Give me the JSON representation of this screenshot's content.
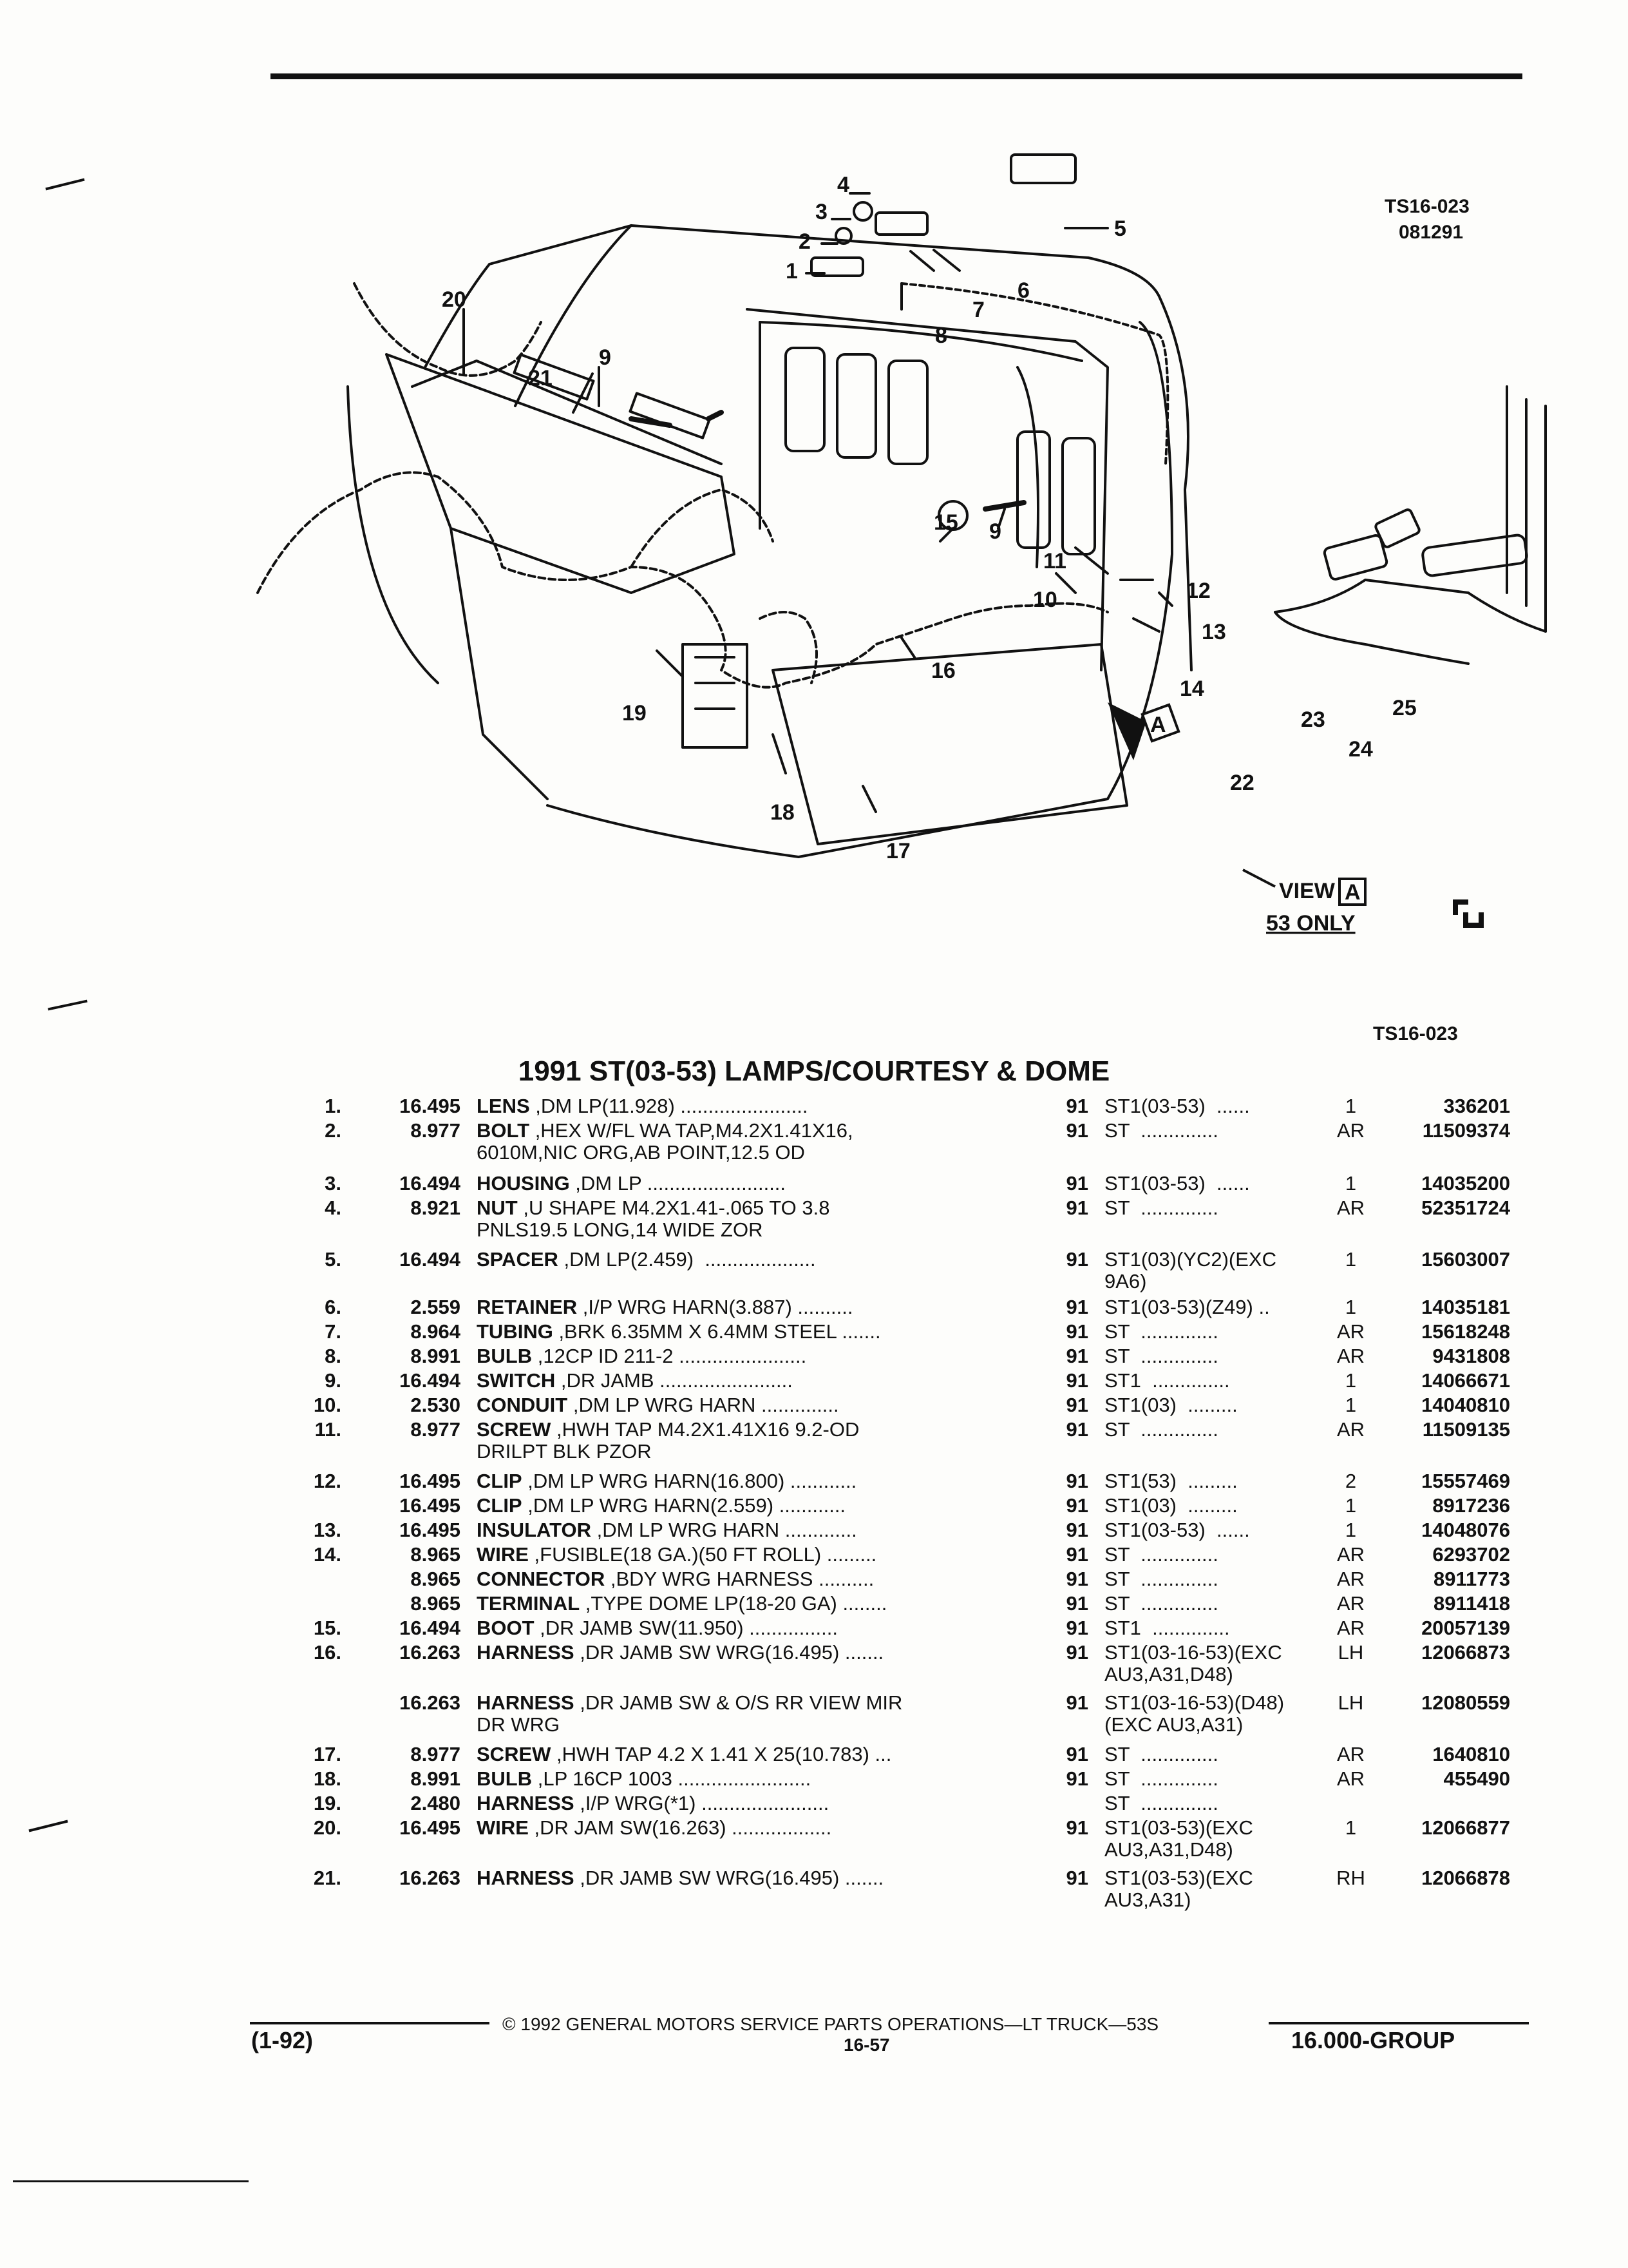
{
  "header": {
    "diagram_code": "TS16-023",
    "diagram_date": "081291",
    "table_code": "TS16-023"
  },
  "diagram": {
    "callouts": [
      "1",
      "2",
      "3",
      "4",
      "5",
      "6",
      "7",
      "8",
      "9",
      "20",
      "21",
      "15",
      "9",
      "11",
      "10",
      "12",
      "13",
      "14",
      "16",
      "19",
      "18",
      "17",
      "22",
      "23",
      "24",
      "25"
    ],
    "view_label": "VIEW",
    "view_letter": "A",
    "view_note": "53 ONLY",
    "arrow_letter": "A"
  },
  "title": "1991 ST(03-53) LAMPS/COURTESY & DOME",
  "rows": [
    {
      "item": "1.",
      "group": "16.495",
      "name": "LENS",
      "desc": " ,DM LP(11.928) .......................",
      "year": "91",
      "model": "ST1(03-53)  ......",
      "qty": "1",
      "pn": "336201"
    },
    {
      "item": "2.",
      "group": "8.977",
      "name": "BOLT",
      "desc": " ,HEX W/FL WA TAP,M4.2X1.41X16,\n6010M,NIC ORG,AB POINT,12.5 OD",
      "year": "91",
      "model": "ST  ..............",
      "qty": "AR",
      "pn": "11509374"
    },
    {
      "item": "3.",
      "group": "16.494",
      "name": "HOUSING",
      "desc": " ,DM LP .........................",
      "year": "91",
      "model": "ST1(03-53)  ......",
      "qty": "1",
      "pn": "14035200"
    },
    {
      "item": "4.",
      "group": "8.921",
      "name": "NUT",
      "desc": " ,U SHAPE M4.2X1.41-.065 TO 3.8\nPNLS19.5 LONG,14 WIDE ZOR",
      "year": "91",
      "model": "ST  ..............",
      "qty": "AR",
      "pn": "52351724"
    },
    {
      "item": "5.",
      "group": "16.494",
      "name": "SPACER",
      "desc": " ,DM LP(2.459)  ....................",
      "year": "91",
      "model": "ST1(03)(YC2)(EXC\n9A6)",
      "qty": "1",
      "pn": "15603007"
    },
    {
      "item": "6.",
      "group": "2.559",
      "name": "RETAINER",
      "desc": " ,I/P WRG HARN(3.887) ..........",
      "year": "91",
      "model": "ST1(03-53)(Z49) ..",
      "qty": "1",
      "pn": "14035181"
    },
    {
      "item": "7.",
      "group": "8.964",
      "name": "TUBING",
      "desc": " ,BRK 6.35MM X 6.4MM STEEL .......",
      "year": "91",
      "model": "ST  ..............",
      "qty": "AR",
      "pn": "15618248"
    },
    {
      "item": "8.",
      "group": "8.991",
      "name": "BULB",
      "desc": " ,12CP ID 211-2 .......................",
      "year": "91",
      "model": "ST  ..............",
      "qty": "AR",
      "pn": "9431808"
    },
    {
      "item": "9.",
      "group": "16.494",
      "name": "SWITCH",
      "desc": " ,DR JAMB ........................",
      "year": "91",
      "model": "ST1  ..............",
      "qty": "1",
      "pn": "14066671"
    },
    {
      "item": "10.",
      "group": "2.530",
      "name": "CONDUIT",
      "desc": " ,DM LP WRG HARN ..............",
      "year": "91",
      "model": "ST1(03)  .........",
      "qty": "1",
      "pn": "14040810"
    },
    {
      "item": "11.",
      "group": "8.977",
      "name": "SCREW",
      "desc": " ,HWH TAP M4.2X1.41X16 9.2-OD\nDRILPT BLK PZOR",
      "year": "91",
      "model": "ST  ..............",
      "qty": "AR",
      "pn": "11509135"
    },
    {
      "item": "12.",
      "group": "16.495",
      "name": "CLIP",
      "desc": " ,DM LP WRG HARN(16.800) ............",
      "year": "91",
      "model": "ST1(53)  .........",
      "qty": "2",
      "pn": "15557469"
    },
    {
      "item": "",
      "group": "16.495",
      "name": "CLIP",
      "desc": " ,DM LP WRG HARN(2.559) ............",
      "year": "91",
      "model": "ST1(03)  .........",
      "qty": "1",
      "pn": "8917236"
    },
    {
      "item": "13.",
      "group": "16.495",
      "name": "INSULATOR",
      "desc": " ,DM LP WRG HARN .............",
      "year": "91",
      "model": "ST1(03-53)  ......",
      "qty": "1",
      "pn": "14048076"
    },
    {
      "item": "14.",
      "group": "8.965",
      "name": "WIRE",
      "desc": " ,FUSIBLE(18 GA.)(50 FT ROLL) .........",
      "year": "91",
      "model": "ST  ..............",
      "qty": "AR",
      "pn": "6293702"
    },
    {
      "item": "",
      "group": "8.965",
      "name": "CONNECTOR",
      "desc": " ,BDY WRG HARNESS ..........",
      "year": "91",
      "model": "ST  ..............",
      "qty": "AR",
      "pn": "8911773"
    },
    {
      "item": "",
      "group": "8.965",
      "name": "TERMINAL",
      "desc": " ,TYPE DOME LP(18-20 GA) ........",
      "year": "91",
      "model": "ST  ..............",
      "qty": "AR",
      "pn": "8911418"
    },
    {
      "item": "15.",
      "group": "16.494",
      "name": "BOOT",
      "desc": " ,DR JAMB SW(11.950) ................",
      "year": "91",
      "model": "ST1  ..............",
      "qty": "AR",
      "pn": "20057139"
    },
    {
      "item": "16.",
      "group": "16.263",
      "name": "HARNESS",
      "desc": " ,DR JAMB SW WRG(16.495) .......",
      "year": "91",
      "model": "ST1(03-16-53)(EXC\nAU3,A31,D48)",
      "qty": "LH",
      "pn": "12066873"
    },
    {
      "item": "",
      "group": "16.263",
      "name": "HARNESS",
      "desc": " ,DR JAMB SW & O/S RR VIEW MIR\nDR WRG",
      "year": "91",
      "model": "ST1(03-16-53)(D48)\n(EXC AU3,A31)",
      "qty": "LH",
      "pn": "12080559"
    },
    {
      "item": "17.",
      "group": "8.977",
      "name": "SCREW",
      "desc": " ,HWH TAP 4.2 X 1.41 X 25(10.783) ...",
      "year": "91",
      "model": "ST  ..............",
      "qty": "AR",
      "pn": "1640810"
    },
    {
      "item": "18.",
      "group": "8.991",
      "name": "BULB",
      "desc": " ,LP 16CP 1003 ........................",
      "year": "91",
      "model": "ST  ..............",
      "qty": "AR",
      "pn": "455490"
    },
    {
      "item": "19.",
      "group": "2.480",
      "name": "HARNESS",
      "desc": " ,I/P WRG(*1) .......................",
      "year": "",
      "model": "ST  ..............",
      "qty": "",
      "pn": ""
    },
    {
      "item": "20.",
      "group": "16.495",
      "name": "WIRE",
      "desc": " ,DR JAM SW(16.263) ..................",
      "year": "91",
      "model": "ST1(03-53)(EXC\nAU3,A31,D48)",
      "qty": "1",
      "pn": "12066877"
    },
    {
      "item": "21.",
      "group": "16.263",
      "name": "HARNESS",
      "desc": " ,DR JAMB SW WRG(16.495) .......",
      "year": "91",
      "model": "ST1(03-53)(EXC\nAU3,A31)",
      "qty": "RH",
      "pn": "12066878"
    }
  ],
  "footer": {
    "copyright": "©  1992  GENERAL MOTORS SERVICE PARTS OPERATIONS—LT TRUCK—53S",
    "page_number": "16-57",
    "date_code": "(1-92)",
    "group_label": "16.000-GROUP"
  }
}
